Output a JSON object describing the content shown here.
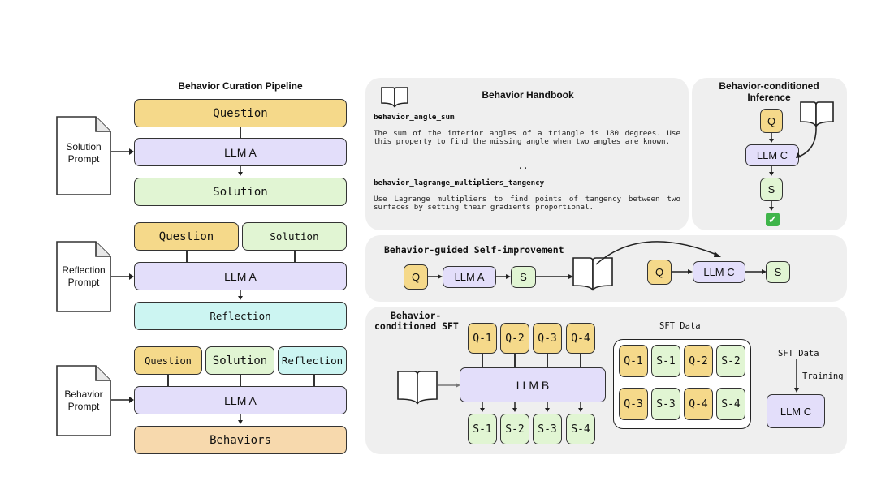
{
  "curation": {
    "title": "Behavior Curation Pipeline",
    "stage1": {
      "prompt_label": "Solution\nPrompt",
      "prompt_lines": [
        "Solution",
        "Prompt"
      ],
      "inputs": [
        "Question"
      ],
      "model": "LLM A",
      "output": "Solution"
    },
    "stage2": {
      "prompt_lines": [
        "Reflection",
        "Prompt"
      ],
      "inputs": [
        "Question",
        "Solution"
      ],
      "model": "LLM A",
      "output": "Reflection"
    },
    "stage3": {
      "prompt_lines": [
        "Behavior",
        "Prompt"
      ],
      "inputs": [
        "Question",
        "Solution",
        "Reflection"
      ],
      "model": "LLM A",
      "output": "Behaviors"
    }
  },
  "handbook": {
    "title": "Behavior Handbook",
    "entries": [
      {
        "key": "behavior_angle_sum",
        "text": "The sum of the interior angles of a triangle is 180 degrees. Use this property to find the missing angle when two angles are known."
      },
      {
        "key": "behavior_lagrange_multipliers_tangency",
        "text": "Use Lagrange multipliers to find points of tangency between two surfaces by setting their gradients proportional."
      }
    ],
    "ellipsis": ".."
  },
  "inference": {
    "title_lines": [
      "Behavior-conditioned",
      "Inference"
    ],
    "q": "Q",
    "model": "LLM C",
    "s": "S",
    "result_icon": "✅"
  },
  "self_improvement": {
    "title": "Behavior-guided Self-improvement",
    "left": {
      "q": "Q",
      "model": "LLM A",
      "s": "S"
    },
    "right": {
      "q": "Q",
      "model": "LLM C",
      "s": "S"
    }
  },
  "sft": {
    "title_lines": [
      "Behavior-",
      "conditioned SFT"
    ],
    "questions": [
      "Q-1",
      "Q-2",
      "Q-3",
      "Q-4"
    ],
    "model": "LLM B",
    "solutions": [
      "S-1",
      "S-2",
      "S-3",
      "S-4"
    ],
    "data_title": "SFT Data",
    "data_pairs": [
      [
        "Q-1",
        "S-1"
      ],
      [
        "Q-2",
        "S-2"
      ],
      [
        "Q-3",
        "S-3"
      ],
      [
        "Q-4",
        "S-4"
      ]
    ],
    "training_source": "SFT Data",
    "training_label": "Training",
    "trained_model": "LLM C"
  },
  "colors": {
    "question": "#f5d98a",
    "solution": "#e1f5d3",
    "llm": "#e3defa",
    "reflection": "#ccf5f2",
    "behaviors": "#f7d9ad",
    "panel": "#efefef",
    "border": "#333333"
  }
}
